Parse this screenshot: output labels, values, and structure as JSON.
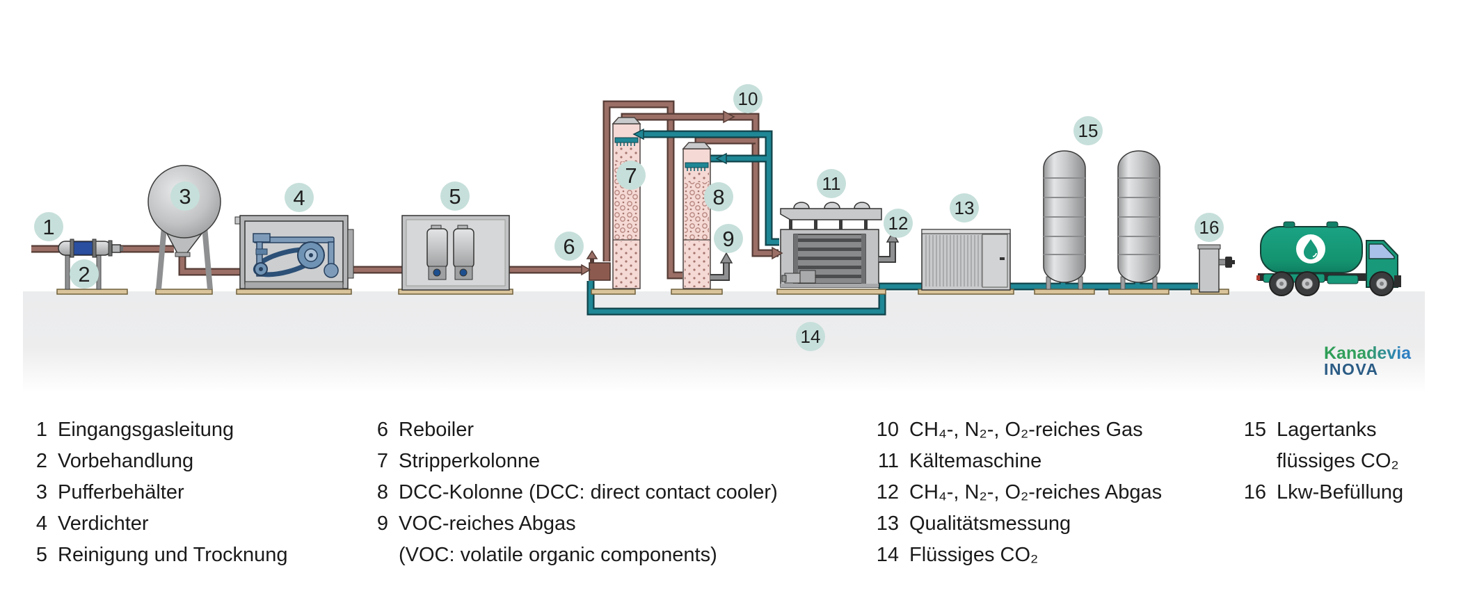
{
  "diagram": {
    "badges": [
      {
        "num": "1",
        "label": "Eingangsgasleitung"
      },
      {
        "num": "2",
        "label": "Vorbehandlung"
      },
      {
        "num": "3",
        "label": "Pufferbehälter"
      },
      {
        "num": "4",
        "label": "Verdichter"
      },
      {
        "num": "5",
        "label": "Reinigung und Trocknung"
      },
      {
        "num": "6",
        "label": "Reboiler"
      },
      {
        "num": "7",
        "label": "Stripperkolonne"
      },
      {
        "num": "8",
        "label": "DCC-Kolonne"
      },
      {
        "num": "9",
        "label": "VOC-reiches Abgas"
      },
      {
        "num": "10",
        "label": "CH₄-, N₂-, O₂-reiches Gas"
      },
      {
        "num": "11",
        "label": "Kältemaschine"
      },
      {
        "num": "12",
        "label": "CH₄-, N₂-, O₂-reiches Abgas"
      },
      {
        "num": "13",
        "label": "Qualitätsmessung"
      },
      {
        "num": "14",
        "label": "Flüssiges CO₂"
      },
      {
        "num": "15",
        "label": "Lagertanks flüssiges CO₂"
      },
      {
        "num": "16",
        "label": "Lkw-Befüllung"
      }
    ],
    "logo": {
      "line1": "Kanadevia",
      "line2": "INOVA"
    },
    "colors": {
      "badge_fill": "#c6dfda",
      "gas_pipe_brown": "#9b6f66",
      "liquid_pipe_teal": "#1f8795",
      "vent_pipe_gray": "#8f9091",
      "truck_green": "#17997a",
      "logo_green": "#2f9e56",
      "logo_blue": "#2e7fc2",
      "inova_blue": "#2b5c85"
    }
  },
  "legend": {
    "columns": [
      {
        "items": [
          {
            "num": "1",
            "label": "Eingangsgasleitung"
          },
          {
            "num": "2",
            "label": "Vorbehandlung"
          },
          {
            "num": "3",
            "label": "Pufferbehälter"
          },
          {
            "num": "4",
            "label": "Verdichter"
          },
          {
            "num": "5",
            "label": "Reinigung und Trocknung"
          }
        ]
      },
      {
        "items": [
          {
            "num": "6",
            "label": "Reboiler"
          },
          {
            "num": "7",
            "label": "Stripperkolonne"
          },
          {
            "num": "8",
            "label": "DCC-Kolonne (DCC: direct contact cooler)"
          },
          {
            "num": "9",
            "label": "VOC-reiches Abgas"
          },
          {
            "num": "",
            "label": "(VOC: volatile organic components)"
          }
        ]
      },
      {
        "items": [
          {
            "num": "10",
            "label": "CH₄-, N₂-, O₂-reiches Gas"
          },
          {
            "num": "11",
            "label": "Kältemaschine"
          },
          {
            "num": "12",
            "label": "CH₄-, N₂-, O₂-reiches Abgas"
          },
          {
            "num": "13",
            "label": "Qualitätsmessung"
          },
          {
            "num": "14",
            "label": "Flüssiges CO₂"
          }
        ]
      },
      {
        "items": [
          {
            "num": "15",
            "label": "Lagertanks"
          },
          {
            "num": "",
            "label": "flüssiges CO₂"
          },
          {
            "num": "16",
            "label": "Lkw-Befüllung"
          }
        ]
      }
    ]
  }
}
